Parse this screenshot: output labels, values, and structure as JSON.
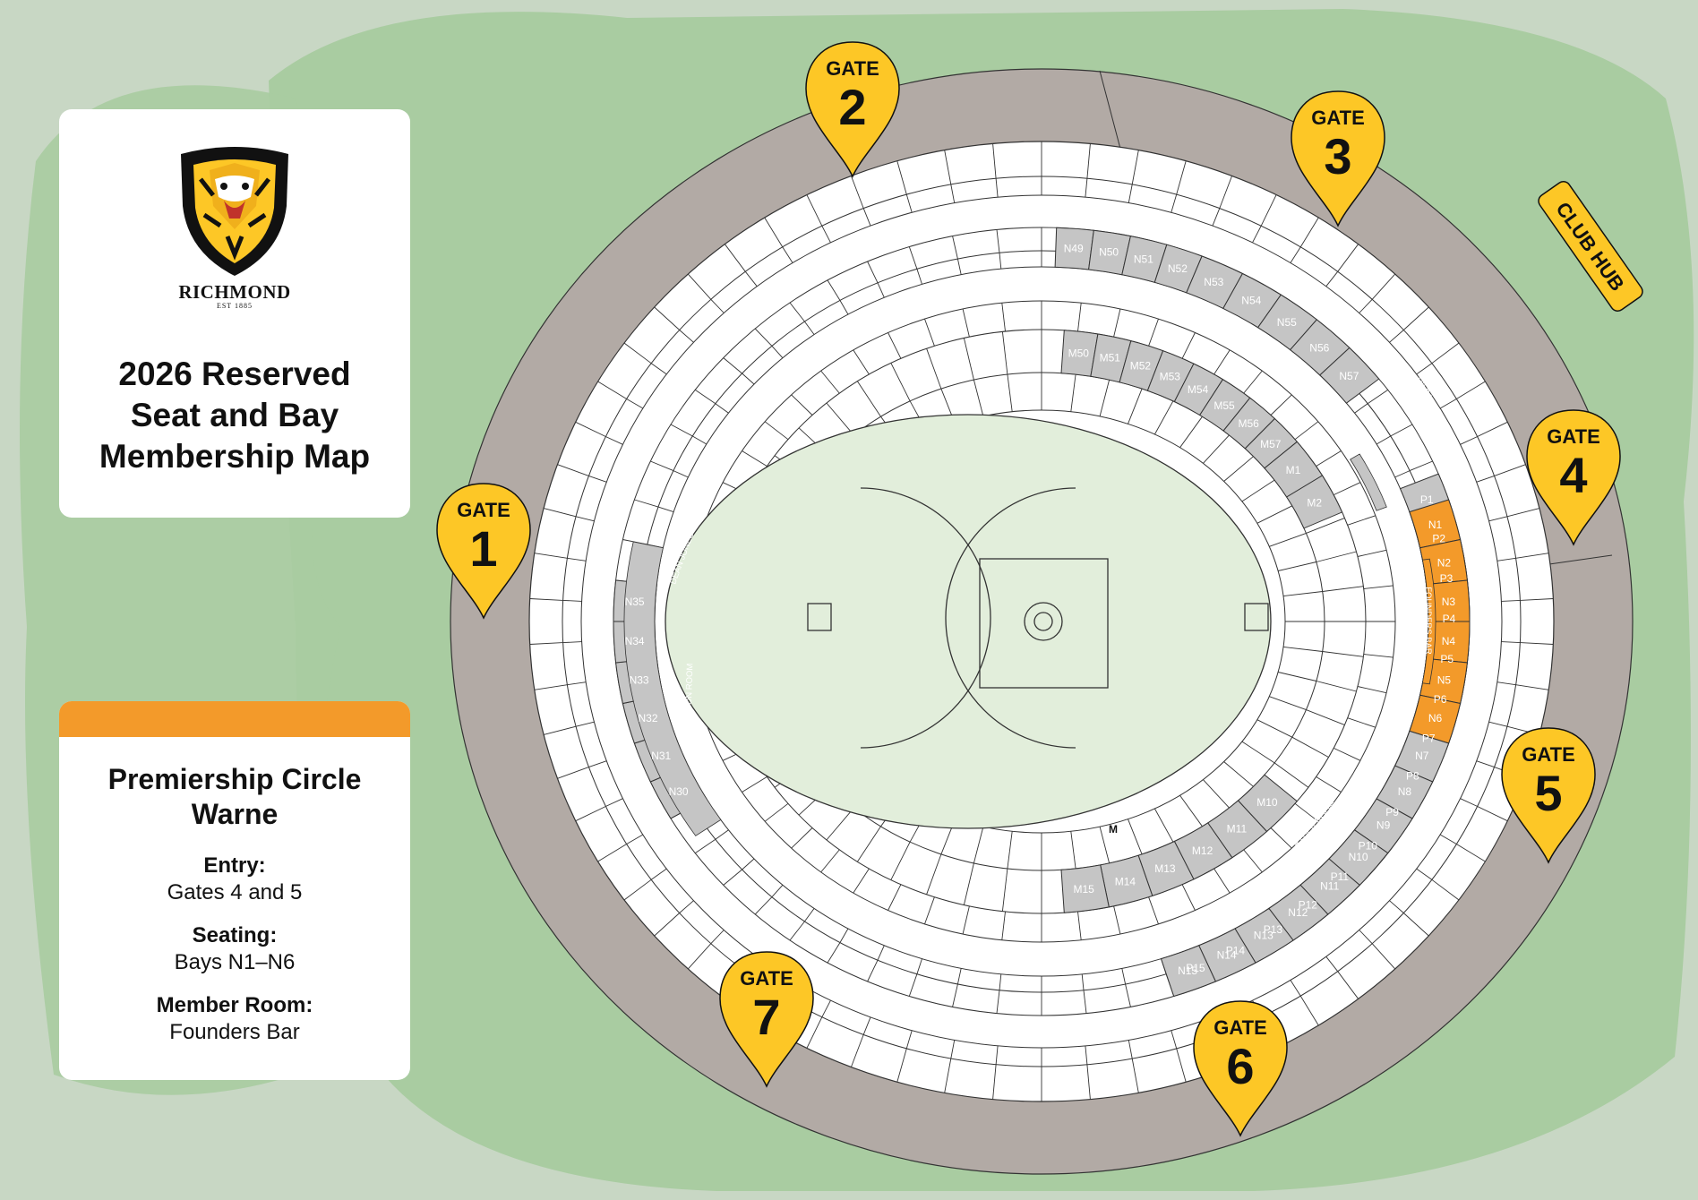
{
  "title_card": {
    "logo_text": "RICHMOND",
    "logo_est": "EST 1885",
    "map_title_lines": [
      "2026 Reserved",
      "Seat and Bay",
      "Membership Map"
    ]
  },
  "info_card": {
    "tier_name_lines": [
      "Premiership Circle",
      "Warne"
    ],
    "entry_label": "Entry:",
    "entry_value": "Gates 4 and 5",
    "seating_label": "Seating:",
    "seating_value": "Bays N1–N6",
    "room_label": "Member Room:",
    "room_value": "Founders Bar"
  },
  "colors": {
    "background": "#c8d7c4",
    "grass": "#a9cca1",
    "concourse": "#b2aaa5",
    "field": "#e2eedb",
    "grey_bay": "#c5c5c5",
    "highlight_bay": "#f39a2a",
    "gate_pin": "#fdc726",
    "card": "#ffffff"
  },
  "gates": [
    {
      "word": "GATE",
      "number": "1"
    },
    {
      "word": "GATE",
      "number": "2"
    },
    {
      "word": "GATE",
      "number": "3"
    },
    {
      "word": "GATE",
      "number": "4"
    },
    {
      "word": "GATE",
      "number": "5"
    },
    {
      "word": "GATE",
      "number": "6"
    },
    {
      "word": "GATE",
      "number": "7"
    }
  ],
  "club_hub": "CLUB HUB",
  "highlight_bays": [
    "N1",
    "N2",
    "N3",
    "N4",
    "N5",
    "N6"
  ],
  "grey_bays": [
    "N7",
    "N8",
    "N9",
    "N10",
    "N11",
    "N12",
    "N13",
    "N14",
    "N15",
    "N30",
    "N31",
    "N32",
    "N33",
    "N34",
    "N35",
    "N49",
    "N50",
    "N51",
    "N52",
    "N53",
    "N54",
    "N55",
    "N56",
    "N57",
    "M1",
    "M2",
    "M10",
    "M11",
    "M12",
    "M13",
    "M14",
    "M15",
    "M50",
    "M51",
    "M52",
    "M53",
    "M54",
    "M55",
    "M56",
    "M57",
    "P1",
    "P2",
    "P3",
    "P4",
    "P5",
    "P6",
    "P7",
    "P8",
    "P9",
    "P10",
    "P11",
    "P12",
    "P13",
    "P14",
    "P15"
  ],
  "rooms": [
    "OLYMPIC ROOM",
    "BETTY CUTHBERT LOUNGE",
    "DILBARRK ROOM",
    "FOUNDERS BAR",
    "HASSETT ROOM",
    "RYDER ROOM",
    "MILLER ROOM",
    "DEAN JONES BAR",
    "HARRISON ROOM"
  ],
  "misc_labels": [
    "M"
  ]
}
